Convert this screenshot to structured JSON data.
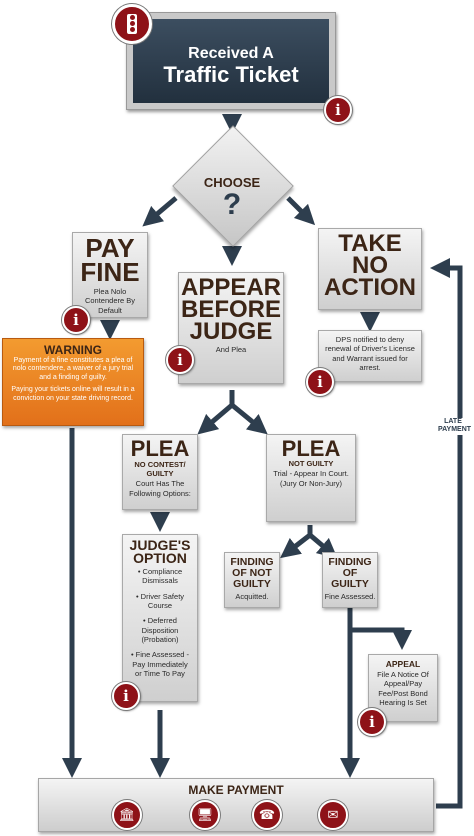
{
  "header": {
    "line1": "Received A",
    "line2": "Traffic Ticket"
  },
  "choose": {
    "label": "CHOOSE",
    "symbol": "?"
  },
  "pay_fine": {
    "title_1": "PAY",
    "title_2": "FINE",
    "desc": "Plea Nolo Contendere By Default"
  },
  "appear": {
    "title_1": "APPEAR",
    "title_2": "BEFORE",
    "title_3": "JUDGE",
    "desc": "And Plea"
  },
  "take_no_action": {
    "title_1": "TAKE",
    "title_2": "NO",
    "title_3": "ACTION"
  },
  "dps": {
    "text": "DPS notified to deny renewal of Driver's License and Warrant issued for arrest."
  },
  "warning": {
    "title": "WARNING",
    "para1": "Payment of a fine constitutes a plea of nolo contendere, a waiver of a jury trial and a finding of guilty.",
    "para2": "Paying your tickets online will result in a conviction on your state driving record."
  },
  "plea_no_contest": {
    "title": "PLEA",
    "subtitle": "NO CONTEST/ GUILTY",
    "desc": "Court Has The Following Options:"
  },
  "plea_not_guilty": {
    "title": "PLEA",
    "subtitle": "NOT GUILTY",
    "desc": "Trial - Appear In Court. (Jury Or Non-Jury)"
  },
  "judges_option": {
    "title_1": "JUDGE'S",
    "title_2": "OPTION",
    "items": [
      "• Compliance Dismissals",
      "• Driver Safety Course",
      "• Deferred Disposition (Probation)",
      "• Fine Assessed - Pay Immediately or Time To Pay"
    ]
  },
  "not_guilty_finding": {
    "title": "FINDING OF NOT GUILTY",
    "desc": "Acquitted."
  },
  "guilty_finding": {
    "title": "FINDING OF GUILTY",
    "desc": "Fine Assessed."
  },
  "appeal": {
    "title": "APPEAL",
    "desc": "File A Notice Of Appeal/Pay Fee/Post Bond Hearing Is Set"
  },
  "late_payment": {
    "label": "LATE PAYMENT"
  },
  "make_payment": {
    "title": "MAKE PAYMENT",
    "icons": [
      "bank-icon",
      "computer-icon",
      "phone-icon",
      "mail-icon"
    ]
  },
  "info_icon_letter": "i",
  "colors": {
    "dark_navy": "#2d3d4d",
    "arrow": "#2e3e4e",
    "warning_orange": "#e97a1a",
    "brown_text": "#3c2516",
    "icon_red": "#8e1218"
  }
}
